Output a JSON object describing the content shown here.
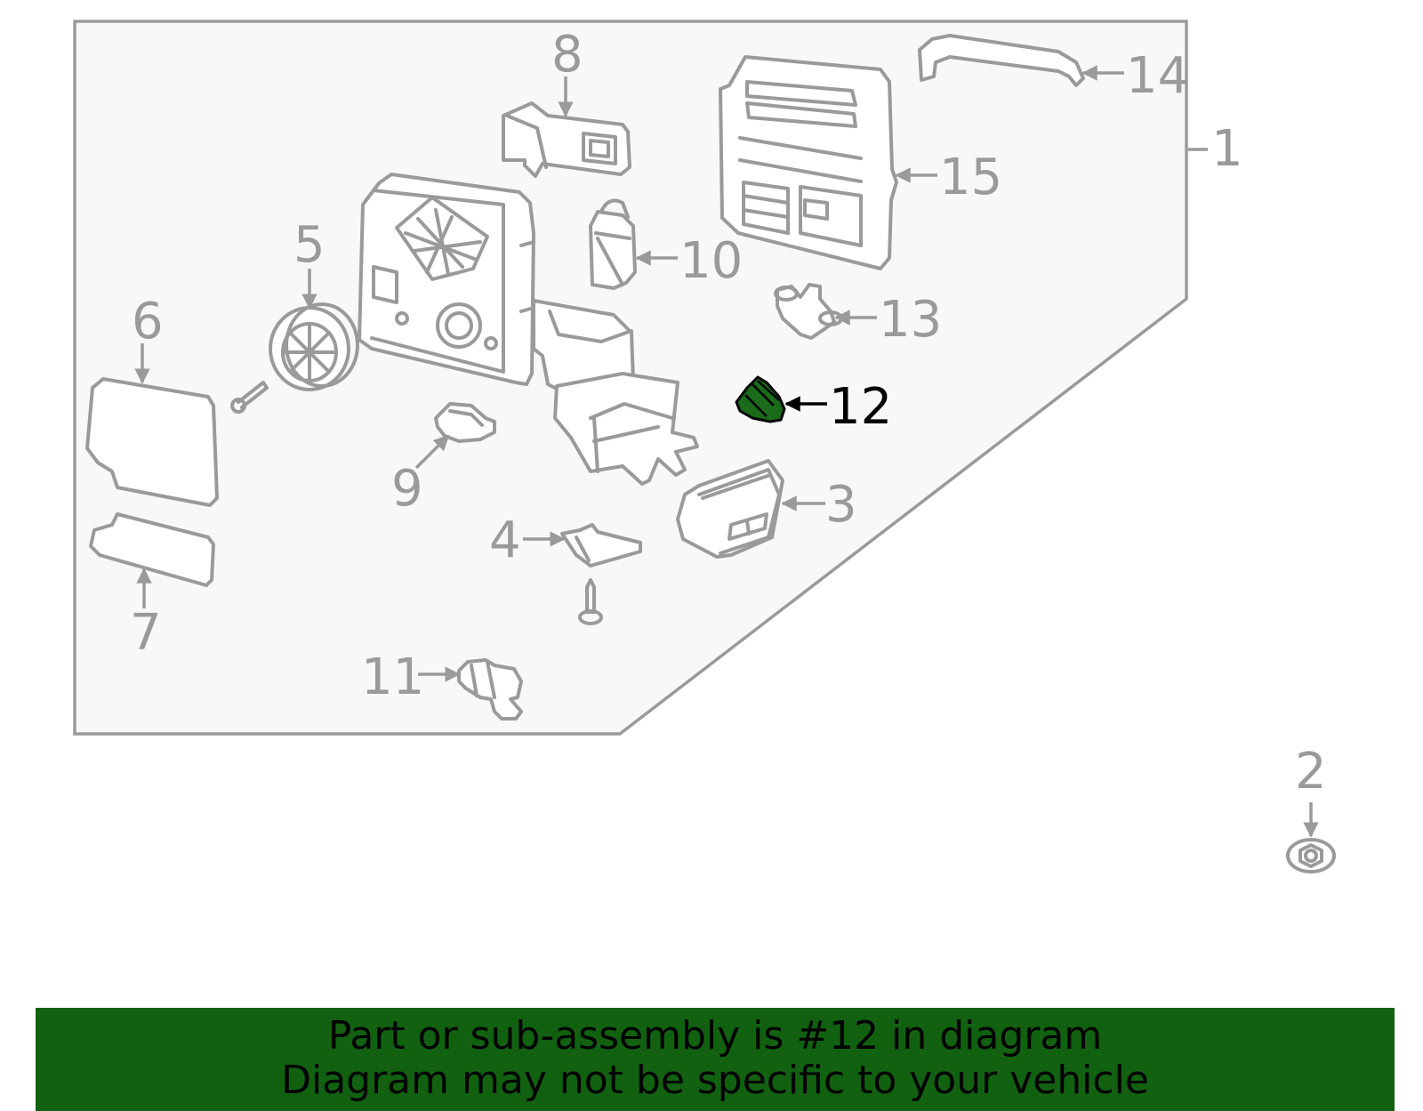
{
  "diagram": {
    "highlight_part": "12",
    "highlight_color": "#116111",
    "line_color": "#9a9a9a",
    "callouts": [
      {
        "id": "1",
        "label": "1"
      },
      {
        "id": "2",
        "label": "2"
      },
      {
        "id": "3",
        "label": "3"
      },
      {
        "id": "4",
        "label": "4"
      },
      {
        "id": "5",
        "label": "5"
      },
      {
        "id": "6",
        "label": "6"
      },
      {
        "id": "7",
        "label": "7"
      },
      {
        "id": "8",
        "label": "8"
      },
      {
        "id": "9",
        "label": "9"
      },
      {
        "id": "10",
        "label": "10"
      },
      {
        "id": "11",
        "label": "11"
      },
      {
        "id": "12",
        "label": "12"
      },
      {
        "id": "13",
        "label": "13"
      },
      {
        "id": "14",
        "label": "14"
      },
      {
        "id": "15",
        "label": "15"
      }
    ]
  },
  "banner": {
    "line1": "Part or sub-assembly is #12 in diagram",
    "line2": "Diagram may not be specific to your vehicle",
    "background": "#116111"
  }
}
